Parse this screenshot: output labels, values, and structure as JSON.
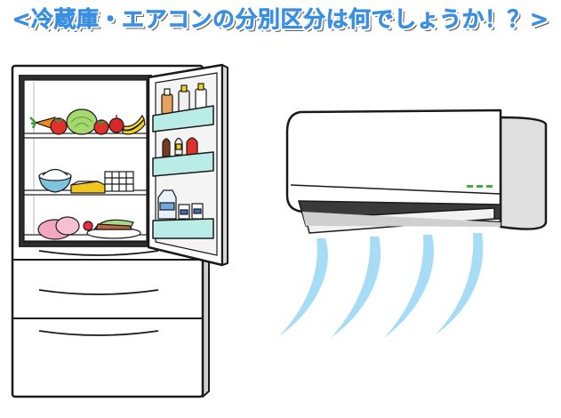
{
  "headline": {
    "text": "<冷蔵庫・エアコンの分別区分は何でしょうか！？>"
  },
  "colors": {
    "headline_text": "#3a8fe0",
    "outline": "#1a1a1a",
    "appliance_body": "#ffffff",
    "appliance_shade": "#d9d9d9",
    "fridge_inner_rim": "#2d2d2d",
    "door_shelf": "#b9ece6",
    "airflow": "#a6dcf5",
    "indicator_light": "#3fae45"
  },
  "illustration": {
    "refrigerator": {
      "state": "door-open",
      "shelf_contents": [
        [
          "carrot",
          "tomato",
          "cabbage",
          "tomato",
          "bananas"
        ],
        [
          "rice-bowl",
          "cheese-block",
          "bread-rack"
        ],
        [
          "ham",
          "plate-of-meat"
        ]
      ],
      "door_contents": [
        [
          "bottle",
          "bottle",
          "bottle"
        ],
        [
          "sauce-bottle",
          "ketchup-bottle"
        ],
        [
          "milk-carton",
          "small-carton",
          "small-carton"
        ]
      ]
    },
    "air_conditioner": {
      "state": "blowing",
      "airflow_streams": 4,
      "indicator_lights": 3
    }
  }
}
